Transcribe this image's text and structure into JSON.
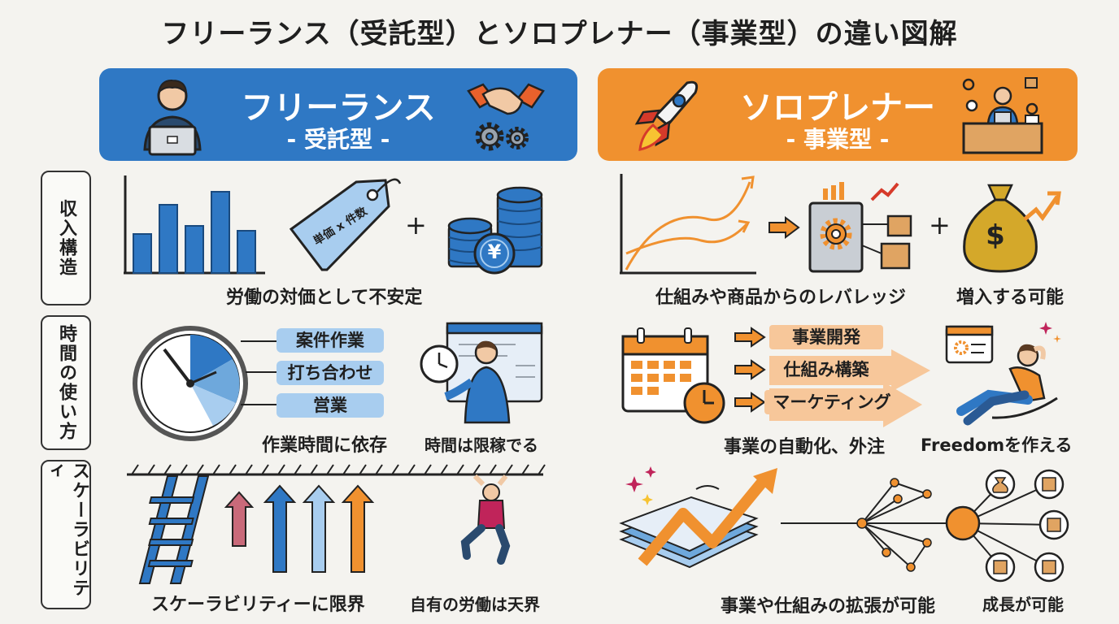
{
  "title": "フリーランス（受託型）とソロプレナー（事業型）の違い図解",
  "left_header": {
    "name": "フリーランス",
    "sub": "- 受託型 -"
  },
  "right_header": {
    "name": "ソロプレナー",
    "sub": "- 事業型 -"
  },
  "rows": {
    "income": "収入構造",
    "time": "時間の使い方",
    "scale": "スケーラビリティ"
  },
  "income": {
    "tag": "単価 x 件数",
    "plus": "+",
    "coin_symbol": "¥",
    "left_caption": "労働の対価として不安定",
    "right_caption": "仕組みや商品からのレバレッジ",
    "right_plus": "+",
    "money_symbol": "$",
    "right_caption2": "増入する可能"
  },
  "time": {
    "pills": [
      "案件作業",
      "打ち合わせ",
      "営業"
    ],
    "left_caption": "作業時間に依存",
    "left_caption2": "時間は限稼でる",
    "right_pills": [
      "事業開発",
      "仕組み構築",
      "マーケティング"
    ],
    "right_caption": "事業の自動化、外注",
    "right_caption2": "Freedomを作える"
  },
  "scale": {
    "left_caption": "スケーラビリティーに限界",
    "left_caption2": "自有の労働は天界",
    "right_caption": "事業や仕組みの拡張が可能",
    "right_caption2": "成長が可能"
  },
  "colors": {
    "blue": "#2f78c4",
    "orange": "#f0912f",
    "light_blue": "#a8cdef",
    "light_orange": "#f7c79a"
  }
}
